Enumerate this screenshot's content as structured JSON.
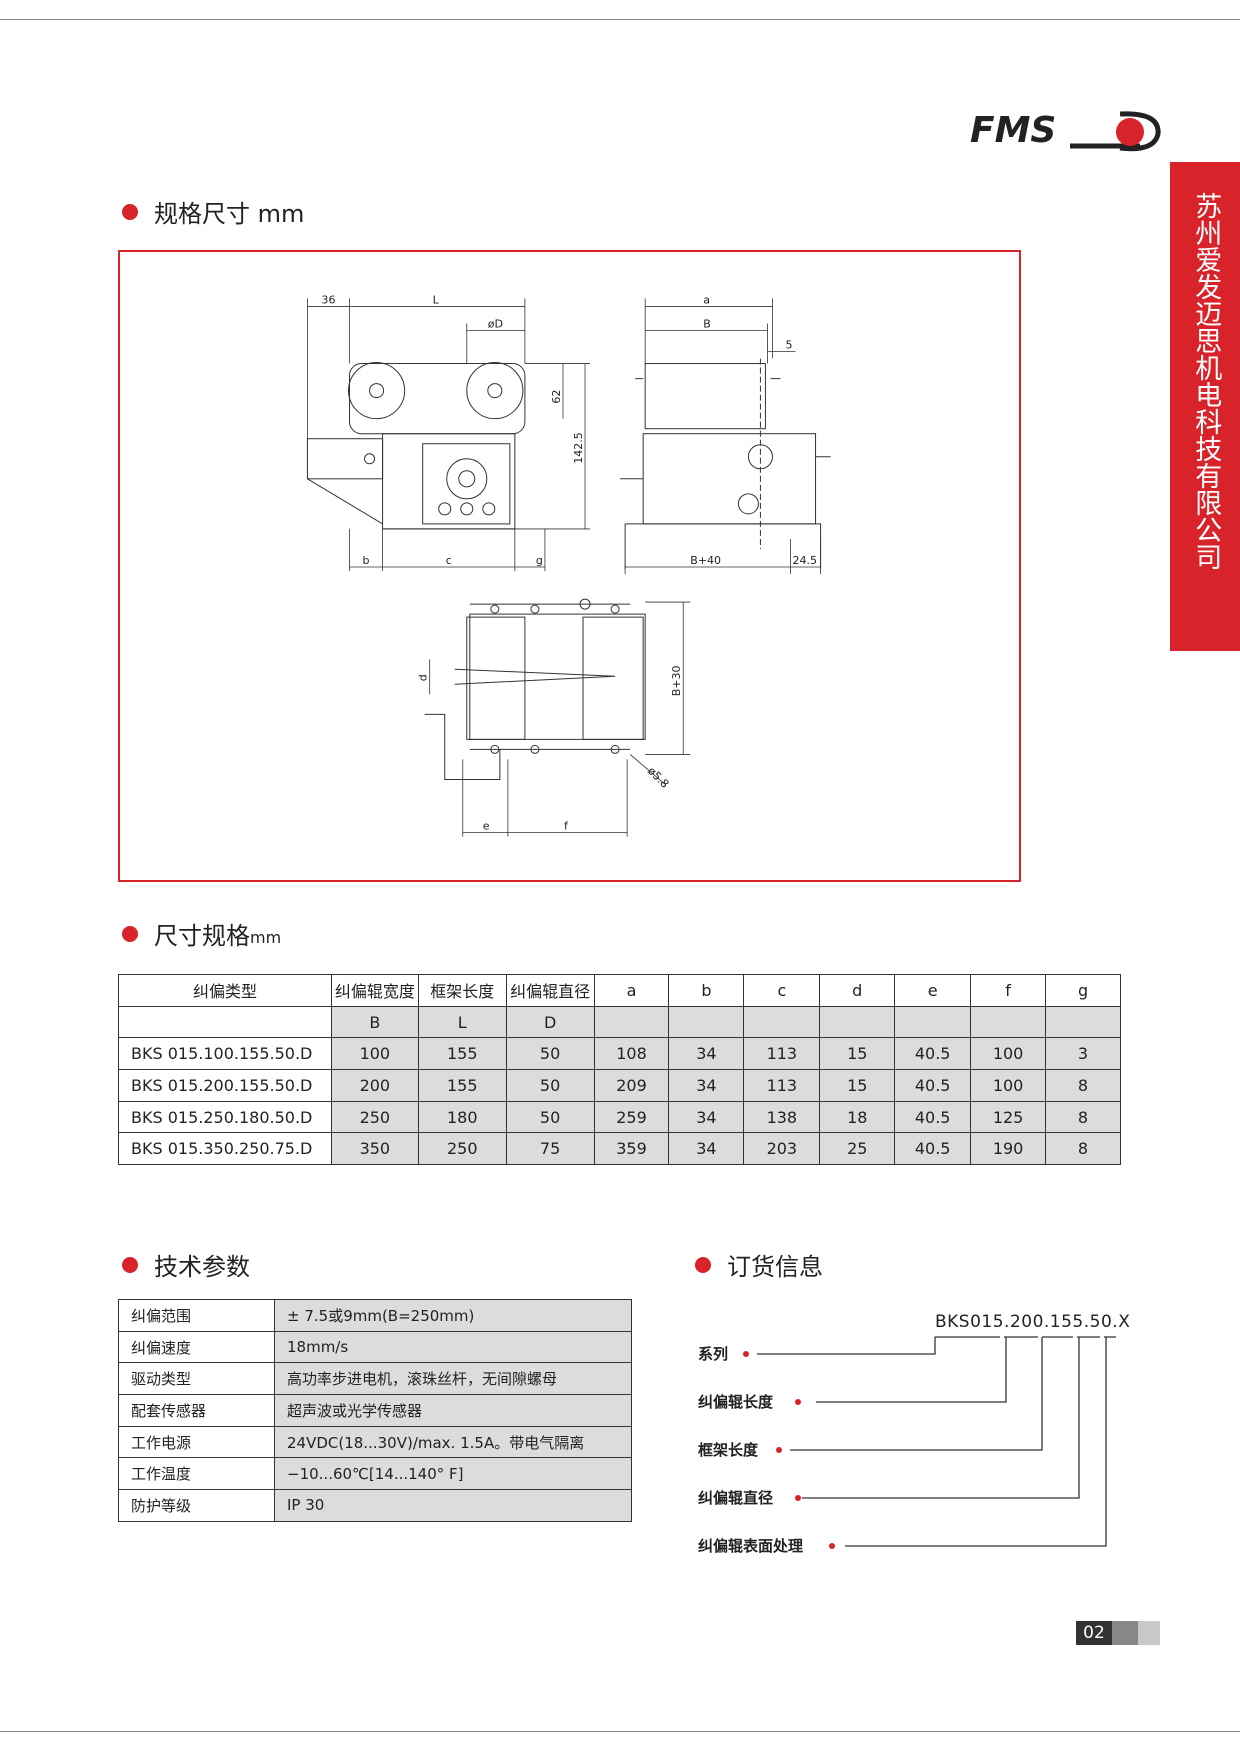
{
  "brand": {
    "logo_text": "FMS",
    "sidebar_company": "苏州爱发迈思机电科技有限公司",
    "accent": "#d9232a"
  },
  "sections": {
    "dimensions_drawing": "规格尺寸 mm",
    "dimensions_table": "尺寸规格",
    "dimensions_table_unit": "mm",
    "tech_params": "技术参数",
    "order_info": "订货信息"
  },
  "drawing_labels": {
    "d36": "36",
    "L": "L",
    "phiD": "øD",
    "d62": "62",
    "d142": "142.5",
    "b": "b",
    "c": "c",
    "g": "g",
    "a": "a",
    "B": "B",
    "d5": "5",
    "B40": "B+40",
    "d24": "24.5",
    "d": "d",
    "B30": "B+30",
    "phi58": "ø5.8",
    "e": "e",
    "f": "f"
  },
  "dim_table": {
    "headers": [
      "纠偏类型",
      "纠偏辊宽度",
      "框架长度",
      "纠偏辊直径",
      "a",
      "b",
      "c",
      "d",
      "e",
      "f",
      "g"
    ],
    "subheaders": [
      "",
      "B",
      "L",
      "D",
      "",
      "",
      "",
      "",
      "",
      "",
      ""
    ],
    "rows": [
      [
        "BKS 015.100.155.50.D",
        "100",
        "155",
        "50",
        "108",
        "34",
        "113",
        "15",
        "40.5",
        "100",
        "3"
      ],
      [
        "BKS 015.200.155.50.D",
        "200",
        "155",
        "50",
        "209",
        "34",
        "113",
        "15",
        "40.5",
        "100",
        "8"
      ],
      [
        "BKS 015.250.180.50.D",
        "250",
        "180",
        "50",
        "259",
        "34",
        "138",
        "18",
        "40.5",
        "125",
        "8"
      ],
      [
        "BKS 015.350.250.75.D",
        "350",
        "250",
        "75",
        "359",
        "34",
        "203",
        "25",
        "40.5",
        "190",
        "8"
      ]
    ]
  },
  "tech_table": [
    [
      "纠偏范围",
      "± 7.5或9mm(B=250mm)"
    ],
    [
      "纠偏速度",
      "18mm/s"
    ],
    [
      "驱动类型",
      "高功率步进电机，滚珠丝杆，无间隙螺母"
    ],
    [
      "配套传感器",
      "超声波或光学传感器"
    ],
    [
      "工作电源",
      "24VDC(18...30V)/max. 1.5A。带电气隔离"
    ],
    [
      "工作温度",
      "−10...60℃[14...140° F]"
    ],
    [
      "防护等级",
      "IP 30"
    ]
  ],
  "order": {
    "code": "BKS015.200.155.50.X",
    "labels": [
      "系列",
      "纠偏辊长度",
      "框架长度",
      "纠偏辊直径",
      "纠偏辊表面处理"
    ]
  },
  "page_number": "02"
}
